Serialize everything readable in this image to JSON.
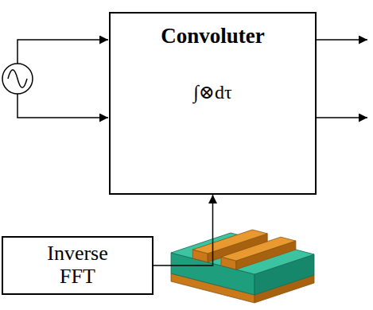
{
  "diagram": {
    "nodes": [
      {
        "text": [
          "Convoluter",
          "∫⊗dτ"
        ]
      },
      {
        "text": [
          "Inverse FFT"
        ]
      }
    ],
    "edges": [
      {
        "from": 1,
        "to": 0,
        "arrow": "to"
      }
    ]
  }
}
